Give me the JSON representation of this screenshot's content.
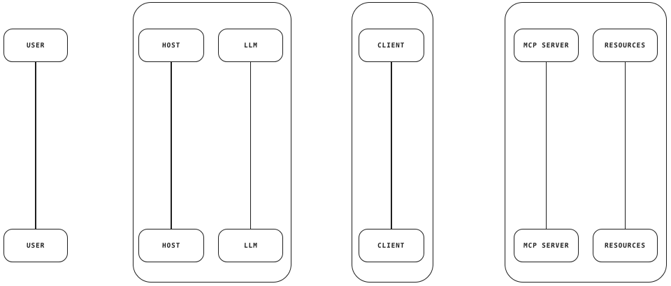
{
  "diagram": {
    "type": "sequence-lifelines",
    "colors": {
      "stroke": "#1e1e1e",
      "background": "#ffffff"
    },
    "participants": [
      {
        "id": "user",
        "label": "USER"
      },
      {
        "id": "host",
        "label": "HOST"
      },
      {
        "id": "llm",
        "label": "LLM"
      },
      {
        "id": "client",
        "label": "CLIENT"
      },
      {
        "id": "mcp-server",
        "label": "MCP SERVER"
      },
      {
        "id": "resources",
        "label": "RESOURCES"
      }
    ],
    "groups": [
      {
        "id": "host-llm",
        "members": [
          "HOST",
          "LLM"
        ]
      },
      {
        "id": "client",
        "members": [
          "CLIENT"
        ]
      },
      {
        "id": "mcp-server-resources",
        "members": [
          "MCP SERVER",
          "RESOURCES"
        ]
      }
    ]
  }
}
